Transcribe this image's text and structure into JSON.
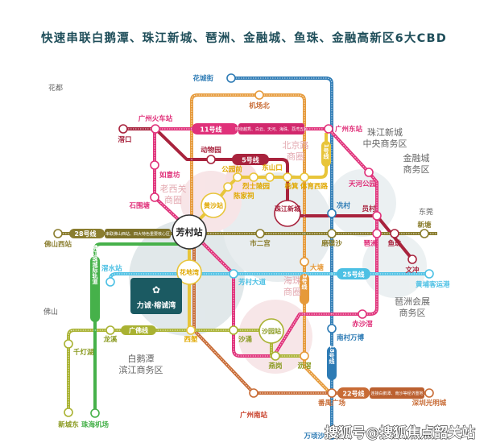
{
  "title": "快速串联白鹅潭、珠江新城、琶洲、金融城、鱼珠、金融高新区6大CBD",
  "colors": {
    "line1": "#e8c53a",
    "line3": "#e69a3a",
    "line5": "#a8233d",
    "line11": "#e0317a",
    "line18": "#2d7bb5",
    "line22": "#c86b35",
    "line25": "#4cc0e4",
    "line28": "#8a7d2e",
    "guangfo": "#a9b232",
    "intercity": "#46b14a",
    "brand": "#1b5a62"
  },
  "lines": {
    "l11": "11号线",
    "l11_desc": "环绕越秀、白云、天河、海珠、荔湾五区",
    "l5": "5号线",
    "l1": "1号线",
    "l28": "28号线",
    "l28_desc": "串联佛山西站、四大特色重要核心区",
    "l3": "3号线",
    "l25": "25号线",
    "l18": "18号线",
    "l22": "22号线",
    "l22_desc": "连接白鹅潭、南沙等经济重地",
    "guangfo": "广佛线",
    "intercity": "广佛江珠城际轨道"
  },
  "stations": {
    "huacheng": "花城街",
    "jichangbei": "机场北",
    "gzhuoche": "广州火车站",
    "jiaokou": "滘口",
    "gzdong": "广州东站",
    "dongwuyuan": "动物园",
    "ruyifang": "如意坊",
    "shiweitang": "石围塘",
    "gongyuanqian": "公园前",
    "lieshi": "烈士陵园",
    "dongshankou": "东山口",
    "yangji": "杨箕",
    "tiyuxilu": "体育西路",
    "chenjiaci": "陈家祠",
    "huangsha": "黄沙站",
    "zhujiang": "珠江新城",
    "tianhe": "天河公园",
    "xiancun": "冼村",
    "yuancun": "员村",
    "xintang": "新塘",
    "fangcun": "芳村站",
    "foshanxi": "佛山西站",
    "shiergong": "市二宫",
    "modiesha": "磨碟沙",
    "pazhou": "琶洲",
    "yuzhu": "鱼珠",
    "wenchong": "文冲",
    "fenshui": "滘水站",
    "huadiwan": "花地湾",
    "fangcundadao": "芳村大道",
    "huangpu": "黄埔客运港",
    "datang": "大塘",
    "chishajiao": "赤沙滘",
    "longxi": "龙溪",
    "xilang": "西塱",
    "shachong": "沙涌",
    "shayuan": "沙园站",
    "yangang": "燕岗",
    "lijiao": "沥滘",
    "nancun": "南村万博",
    "qiandenghu": "千灯湖",
    "xinchengdong": "新城东",
    "zhuhai": "珠海机场",
    "gznan": "广州南站",
    "panyu": "番禺广场",
    "shenzhen": "深圳光明城",
    "wanqingsha": "万顷沙"
  },
  "zones": {
    "huadu": "花都",
    "laoxiguan": "老西关",
    "laoxiguan2": "商圈",
    "beijinglu": "北京路",
    "beijinglu2": "商圈",
    "zjxc": "珠江新城",
    "zjxc2": "中央商务区",
    "jrc": "金融城",
    "jrc2": "商务区",
    "dongguan": "东莞",
    "foshan": "佛山",
    "baietan": "白鹅潭",
    "baietan2": "滨江商务区",
    "haizhu": "海珠",
    "haizhu2": "商圈",
    "pazhouhz": "琶洲会展",
    "pazhouhz2": "商务区"
  },
  "brand": "力诚·榕诚湾",
  "watermark": "搜狐号@搜狐焦点韶关站"
}
